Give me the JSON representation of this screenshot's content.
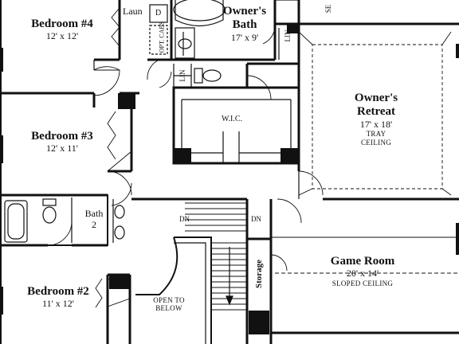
{
  "rooms": {
    "bedroom4": {
      "name": "Bedroom #4",
      "dims": "12' x 12'"
    },
    "bedroom3": {
      "name": "Bedroom #3",
      "dims": "12' x 11'"
    },
    "bedroom2": {
      "name": "Bedroom #2",
      "dims": "11' x 12'"
    },
    "owners_bath": {
      "name1": "Owner's",
      "name2": "Bath",
      "dims": "17' x 9'"
    },
    "owners_retreat": {
      "name1": "Owner's",
      "name2": "Retreat",
      "dims": "17' x 18'",
      "note1": "TRAY",
      "note2": "CEILING"
    },
    "game_room": {
      "name": "Game Room",
      "dims": "20' x 14'",
      "note": "SLOPED CEILING"
    },
    "bath2": {
      "name": "Bath",
      "num": "2"
    },
    "laundry": {
      "name": "Laun",
      "dryer": "D"
    },
    "wic": {
      "name": "W.I.C."
    },
    "open_below": {
      "line1": "OPEN TO",
      "line2": "BELOW"
    }
  },
  "labels": {
    "dn_left": "DN",
    "dn_right": "DN",
    "storage": "Storage",
    "lin_top": "LIN",
    "lin_mid": "LIN",
    "se": "SE",
    "opt_cabs": "OPT. CABS"
  }
}
